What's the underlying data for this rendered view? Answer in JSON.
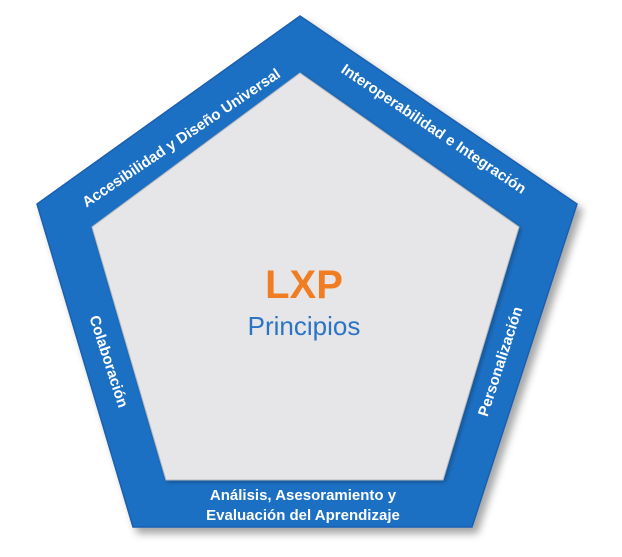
{
  "center": {
    "title": "LXP",
    "subtitle": "Principios"
  },
  "sides": {
    "top_left": "Accesibilidad y Diseño Universal",
    "top_right": "Interoperabilidad e Integración",
    "left": "Colaboración",
    "right": "Personalización",
    "bottom_line1": "Análisis, Asesoramiento y",
    "bottom_line2": "Evaluación del Aprendizaje"
  },
  "colors": {
    "outer_blue": "#1f6fc4",
    "inner_gray": "#e6e6e8",
    "title_orange": "#f07d22",
    "subtitle_blue": "#2a73c5",
    "label_white": "#ffffff"
  }
}
